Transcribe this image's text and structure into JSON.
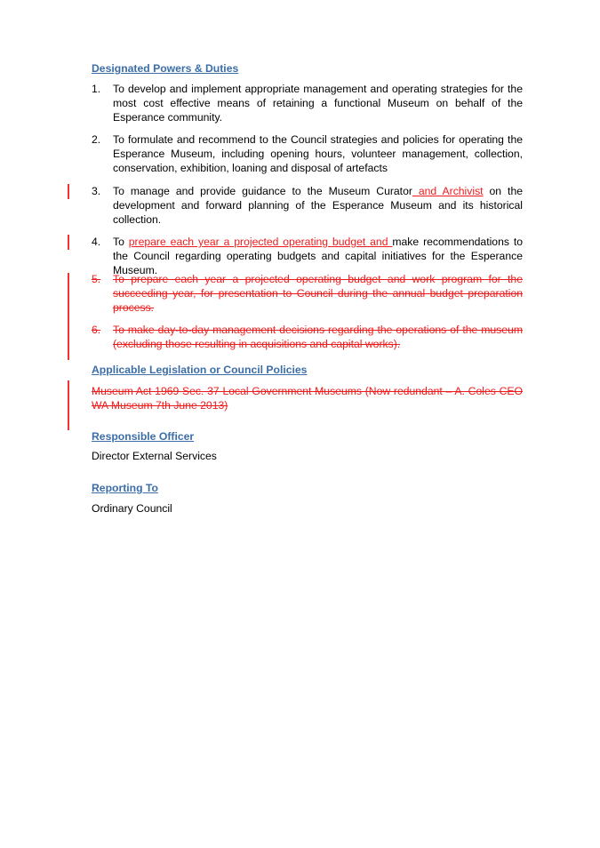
{
  "sections": {
    "powers_heading": "Designated Powers & Duties",
    "items": [
      {
        "num": "1.",
        "text": "To develop and implement appropriate management and operating strategies for the most cost effective means of retaining a functional Museum on behalf of the Esperance community."
      },
      {
        "num": "2.",
        "text": "To formulate and recommend to the Council strategies and policies for operating the Esperance Museum, including opening hours, volunteer management, collection, conservation, exhibition, loaning and disposal of artefacts"
      },
      {
        "num": "3.",
        "text_a": "To manage and provide guidance to the Museum Curator",
        "inserted": " and Archivist",
        "text_b": " on the development and forward planning of the Esperance Museum and its historical collection."
      },
      {
        "num": "4.",
        "text_a": "To ",
        "inserted": "prepare each year a projected operating budget and ",
        "text_b": "make recommendations to the Council regarding operating budgets and capital initiatives for the Esperance Museum."
      },
      {
        "num": "5.",
        "deleted": "To prepare each year a projected operating budget and work program for the succeeding year, for presentation to Council during the annual budget preparation process."
      },
      {
        "num": "6.",
        "deleted": "To make day-to-day management decisions regarding the operations of the museum (excluding those resulting in acquisitions and capital works)."
      }
    ],
    "legislation_heading": "Applicable Legislation or Council Policies",
    "legislation_deleted": "Museum Act 1969 Sec. 37 Local Government Museums (Now redundant – A. Coles CEO WA Museum 7th June 2013)",
    "officer_heading": "Responsible Officer",
    "officer": "Director External Services",
    "reporting_heading": "Reporting To",
    "reporting": "Ordinary Council"
  },
  "colors": {
    "heading": "#3b6ea8",
    "revision": "#ee1c1c"
  }
}
